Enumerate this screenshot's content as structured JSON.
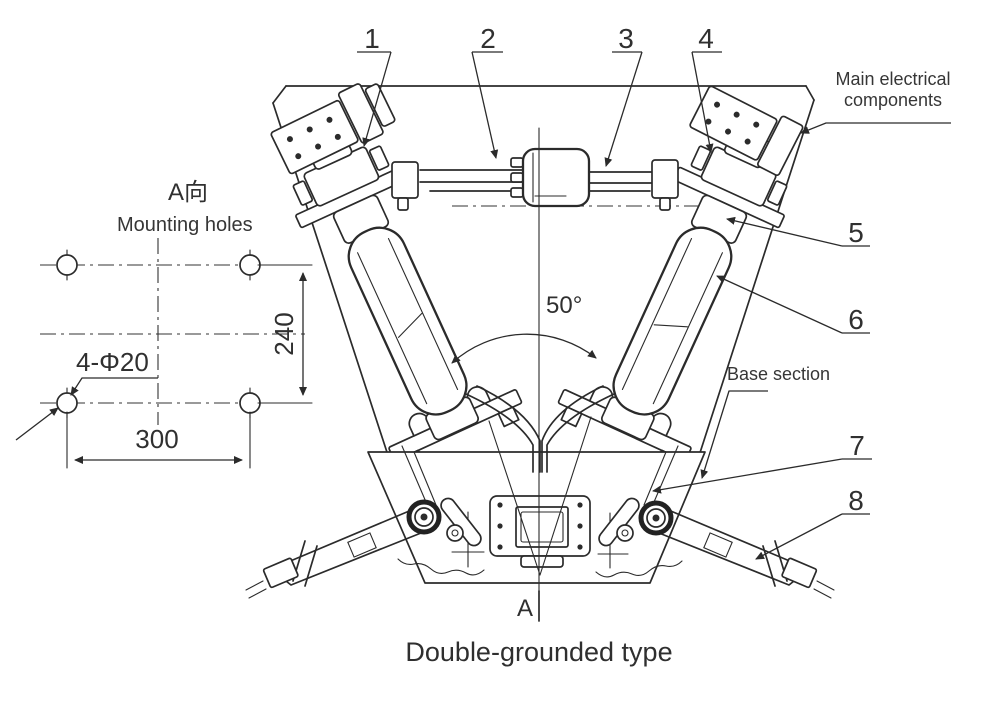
{
  "diagram": {
    "caption": "Double-grounded type",
    "callouts": [
      {
        "label": "1"
      },
      {
        "label": "2"
      },
      {
        "label": "3"
      },
      {
        "label": "4"
      },
      {
        "label": "5"
      },
      {
        "label": "6"
      },
      {
        "label": "7"
      },
      {
        "label": "8"
      }
    ],
    "labels": {
      "main_components_line1": "Main electrical",
      "main_components_line2": "components",
      "base_section": "Base section",
      "angle": "50°",
      "section_marker": "A"
    },
    "mounting_view": {
      "view_marker": "A向",
      "title": "Mounting holes",
      "hole_spec": "4-Φ20",
      "vertical_dim": "240",
      "horizontal_dim": "300"
    },
    "colors": {
      "line": "#2b2b2b",
      "text": "#363636",
      "background": "#ffffff"
    }
  }
}
